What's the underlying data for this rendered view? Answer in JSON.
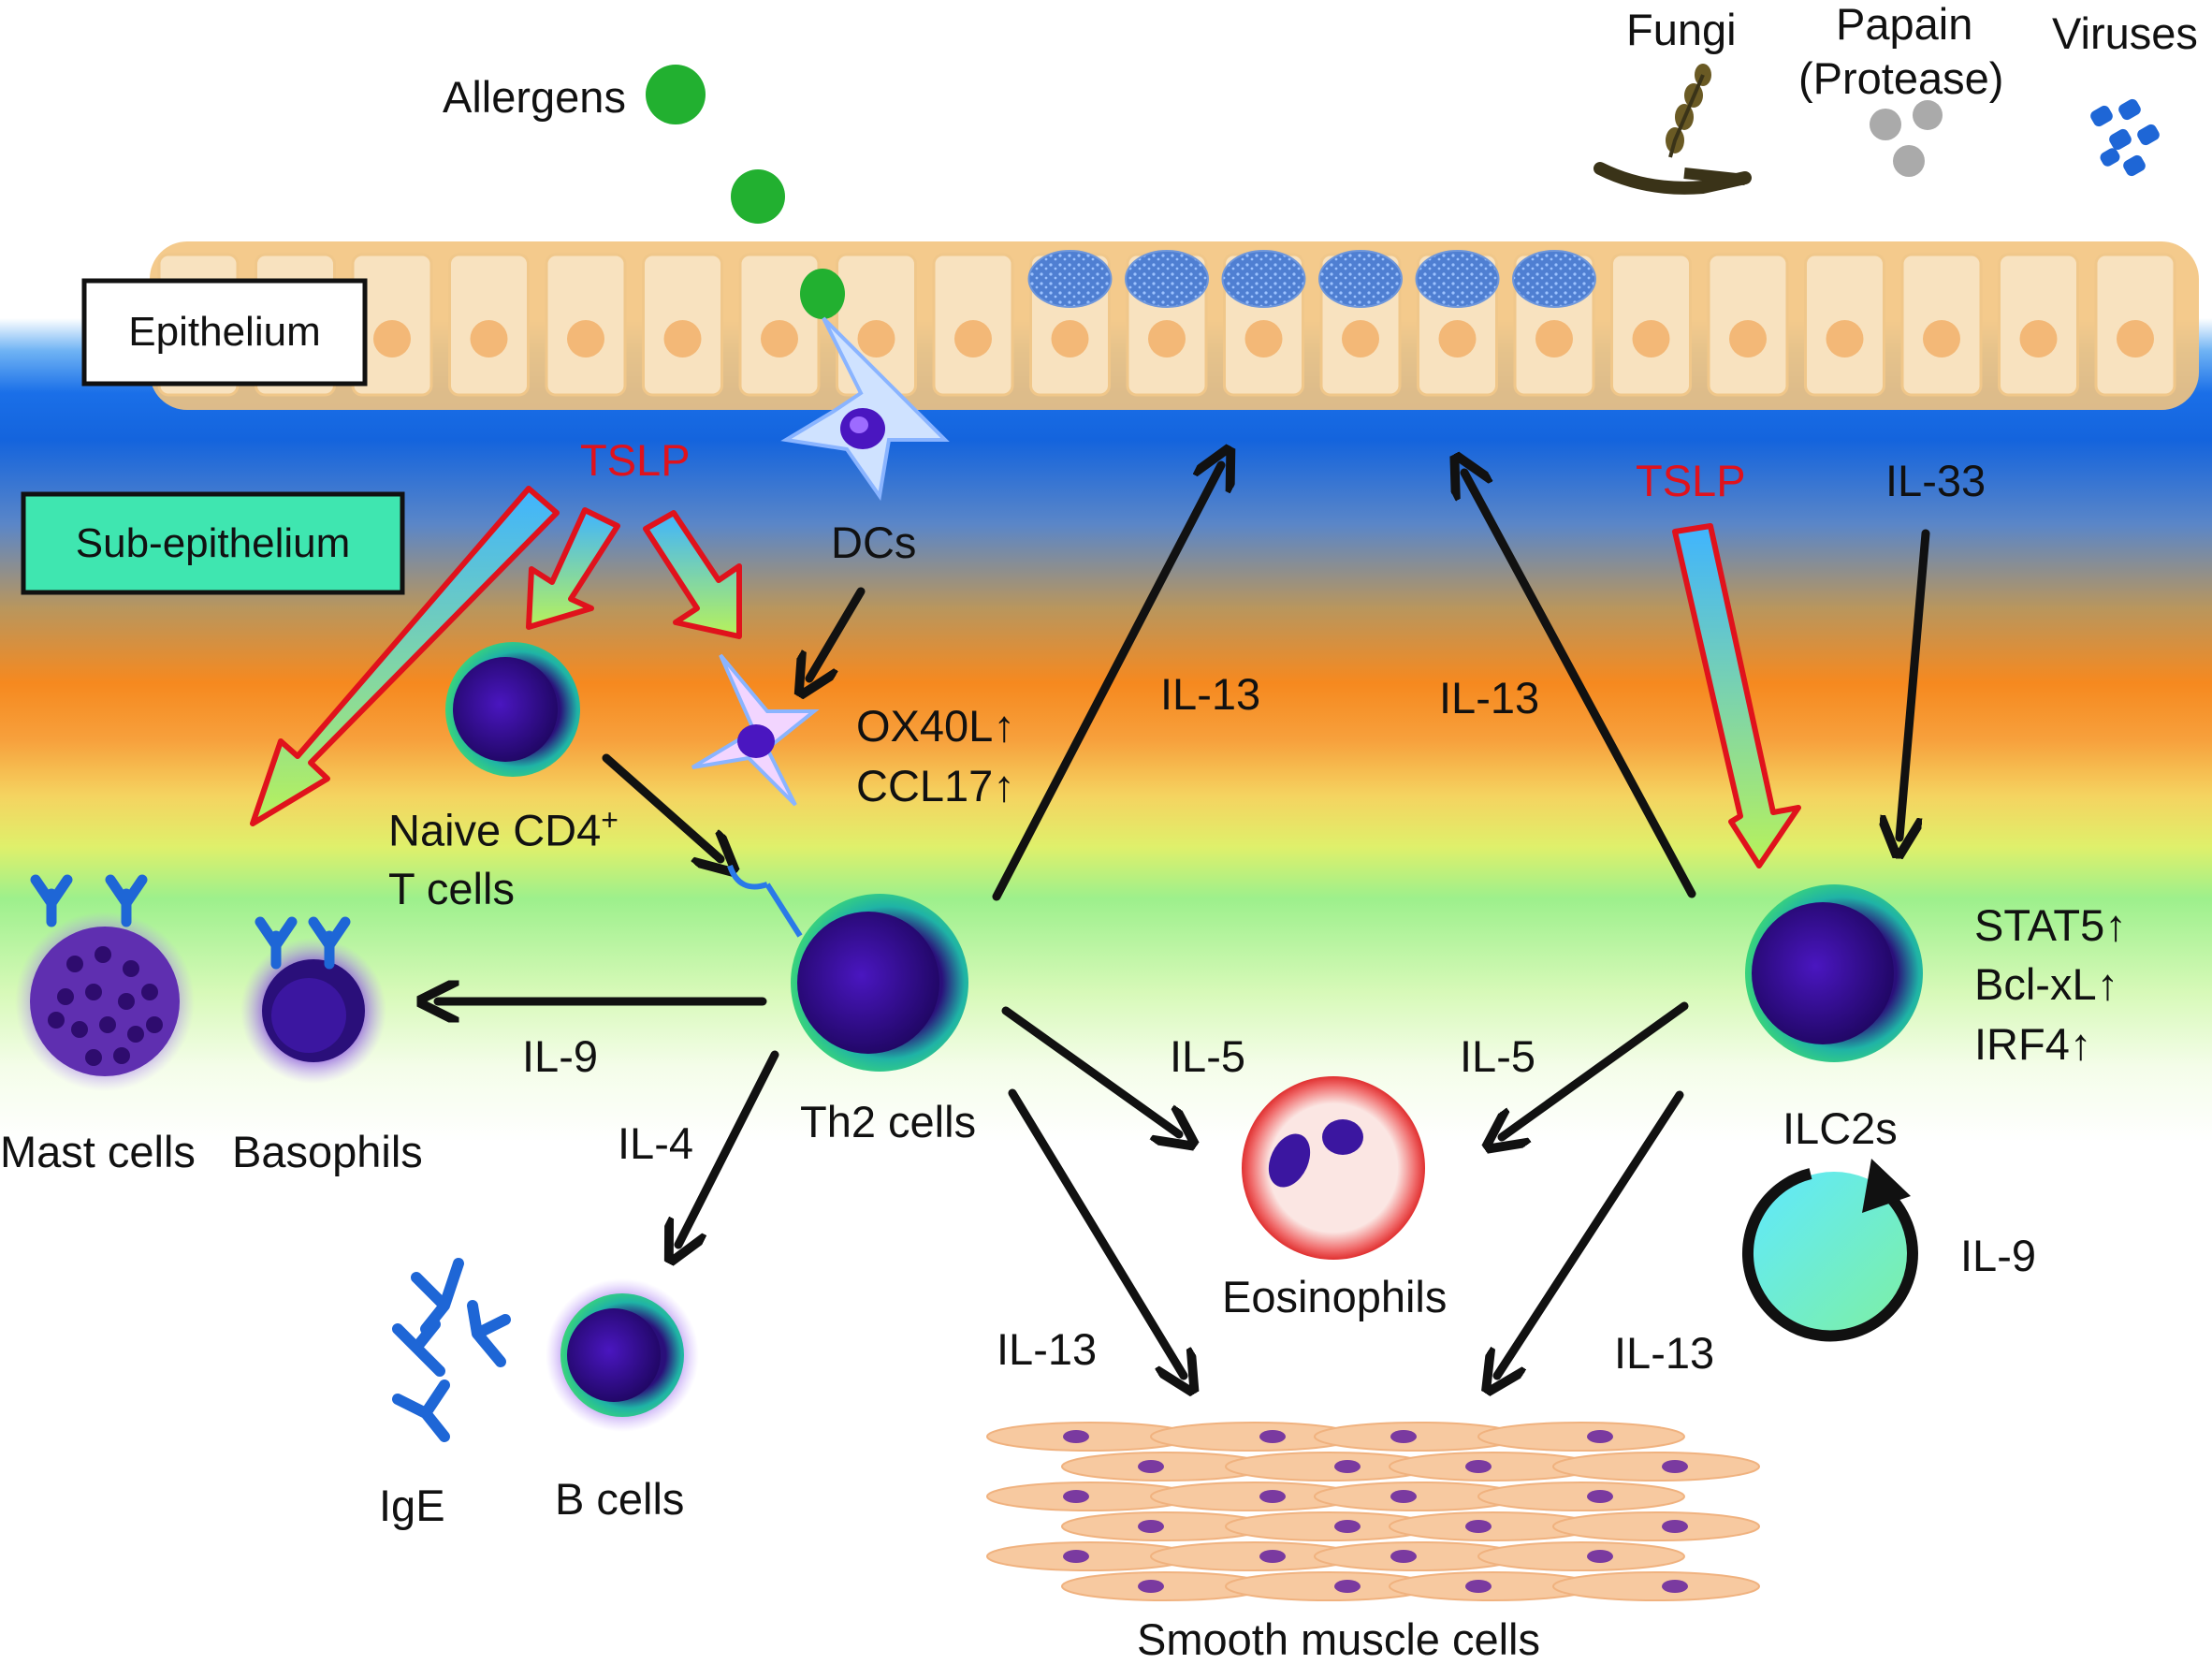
{
  "labels": {
    "allergens": "Allergens",
    "fungi": "Fungi",
    "papain": "Papain",
    "protease": "(Protease)",
    "viruses": "Viruses",
    "epithelium": "Epithelium",
    "sub_epithelium": "Sub-epithelium",
    "tslp_left": "TSLP",
    "tslp_right": "TSLP",
    "il33": "IL-33",
    "dcs": "DCs",
    "ox40l": "OX40L↑",
    "ccl17": "CCL17↑",
    "naive_cd4_line1": "Naive CD4",
    "naive_cd4_sup": "+",
    "naive_cd4_line2": "T cells",
    "th2": "Th2 cells",
    "mast": "Mast cells",
    "basophils": "Basophils",
    "il9_left": "IL-9",
    "il4": "IL-4",
    "b_cells": "B cells",
    "ige": "IgE",
    "il13_up_left": "IL-13",
    "il13_up_right": "IL-13",
    "il5_left": "IL-5",
    "il5_right": "IL-5",
    "eosinophils": "Eosinophils",
    "il13_low_left": "IL-13",
    "il13_low_right": "IL-13",
    "smooth_muscle": "Smooth muscle cells",
    "ilc2s": "ILC2s",
    "stat5": "STAT5↑",
    "bclxl": "Bcl-xL↑",
    "irf4": "IRF4↑",
    "il9_right": "IL-9"
  },
  "colors": {
    "tslp": "#e0121c",
    "arrow": "#111111",
    "allergen": "#22b030",
    "epithelium_cell": "#f7dcb0",
    "nucleus": "#3b0f9b",
    "antibody": "#1e66d6"
  }
}
